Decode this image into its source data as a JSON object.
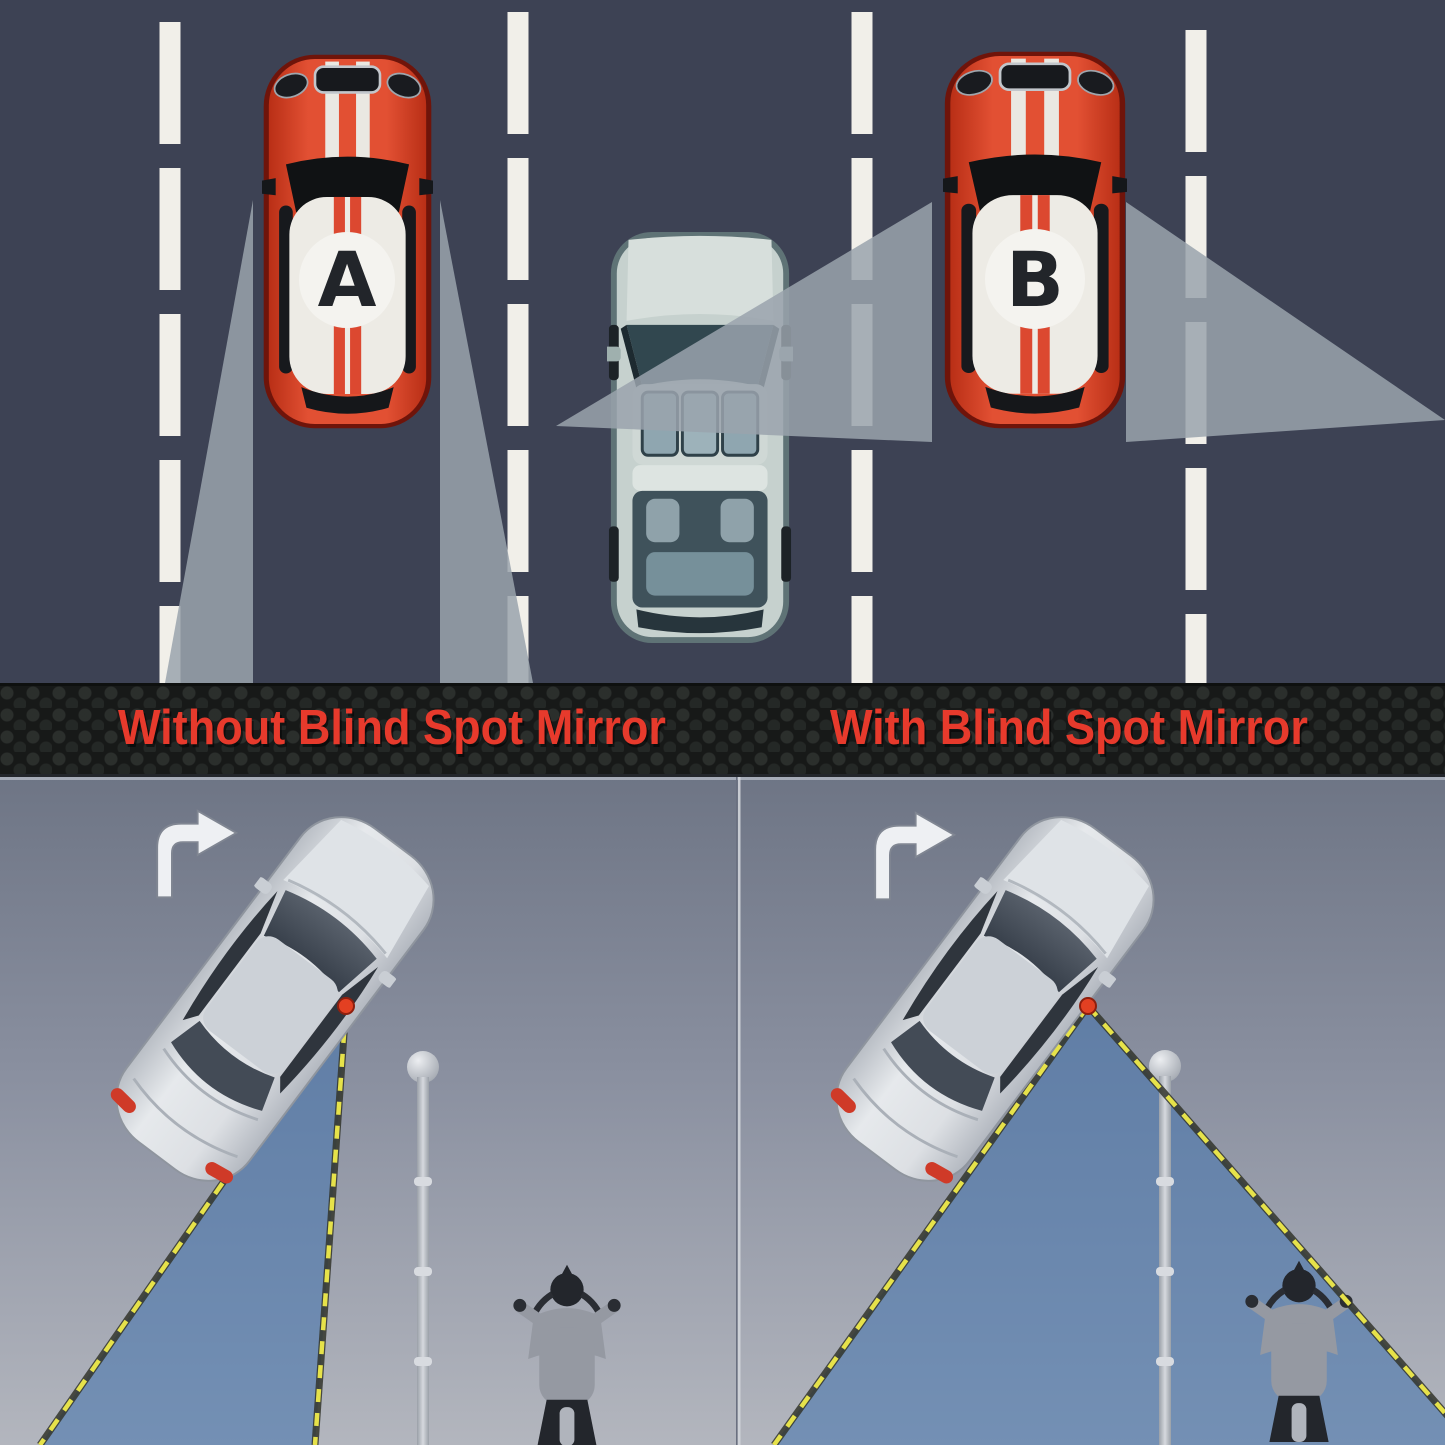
{
  "top_scene": {
    "car_a_label": "A",
    "car_b_label": "B",
    "colors": {
      "road": "#3d4254",
      "lane_marking": "#f1efe9",
      "mirror_view_cone": "#9aa3ad",
      "car_body_red": "#d84426"
    }
  },
  "banner": {
    "left_label": "Without Blind Spot Mirror",
    "right_label": "With Blind Spot Mirror",
    "text_color": "#e73a2c",
    "background_color": "#171918"
  },
  "bottom_scene": {
    "icons": {
      "left_panel_icon": "turn-right-arrow",
      "right_panel_icon": "turn-right-arrow"
    },
    "colors": {
      "background_top": "#6e7585",
      "background_bottom": "#b3b6be",
      "blind_spot_cone": "#4a76ad",
      "cone_border_dash": "#e6e24a",
      "blind_spot_marker": "#e34022"
    }
  }
}
